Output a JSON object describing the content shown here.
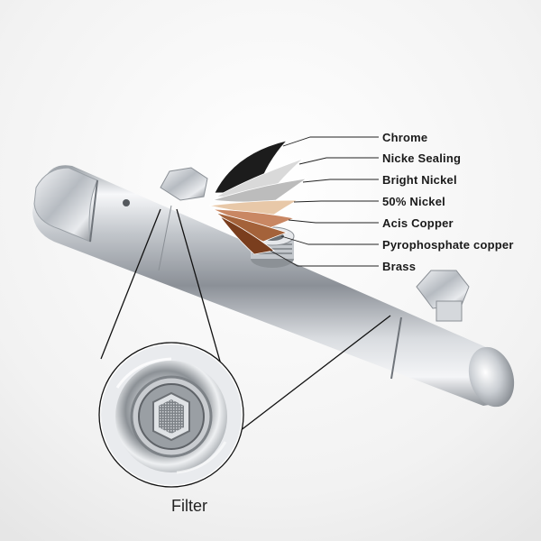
{
  "layers": [
    {
      "label": "Chrome",
      "color": "#1c1c1c"
    },
    {
      "label": "Nicke Sealing",
      "color": "#d9d9d9"
    },
    {
      "label": "Bright Nickel",
      "color": "#bcbcbc"
    },
    {
      "label": "50% Nickel",
      "color": "#e8c8a8"
    },
    {
      "label": "Acis Copper",
      "color": "#c98763"
    },
    {
      "label": "Pyrophosphate copper",
      "color": "#a4623a"
    },
    {
      "label": "Brass",
      "color": "#7a3e1e"
    }
  ],
  "filter_caption": "Filter"
}
